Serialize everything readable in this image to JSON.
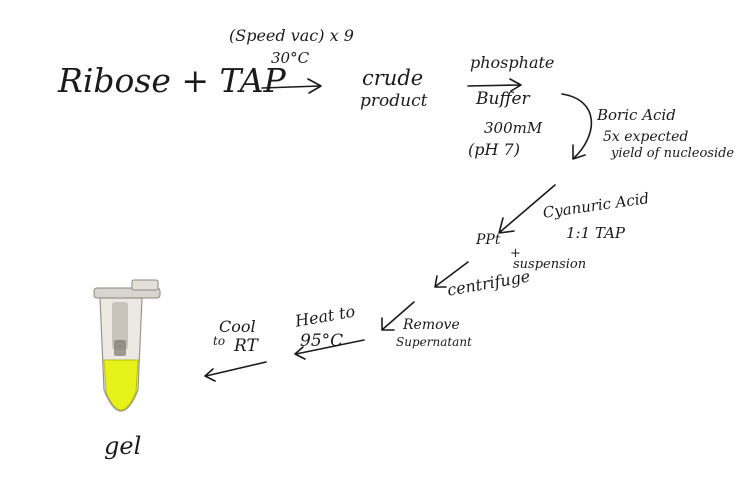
{
  "reactants": "Ribose + TAP",
  "step1": {
    "condition_line1": "(Speed vac) x 9",
    "condition_line2": "30°C"
  },
  "crude": {
    "line1": "crude",
    "line2": "product"
  },
  "buffer": {
    "line1": "phosphate",
    "line2": "Buffer",
    "line3": "300mM",
    "line4": "(pH 7)"
  },
  "boric": {
    "line1": "Boric Acid",
    "line2": "5x expected",
    "line3": "yield of nucleoside"
  },
  "cyanuric": {
    "line1": "Cyanuric Acid",
    "line2": "1:1 TAP"
  },
  "ppt": {
    "line1": "PPt",
    "line2": "+",
    "line3": "suspension"
  },
  "centrifuge": "centrifuge",
  "remove": {
    "line1": "Remove",
    "line2": "Supernatant"
  },
  "heat": {
    "line1": "Heat to",
    "line2": "95°C"
  },
  "cool": {
    "line1": "Cool",
    "line2": "to",
    "line3": "RT"
  },
  "tube_label": "gel",
  "colors": {
    "ink": "#1b1b1b",
    "gel": "#e6f21a",
    "tube": "#c9c4bd"
  }
}
